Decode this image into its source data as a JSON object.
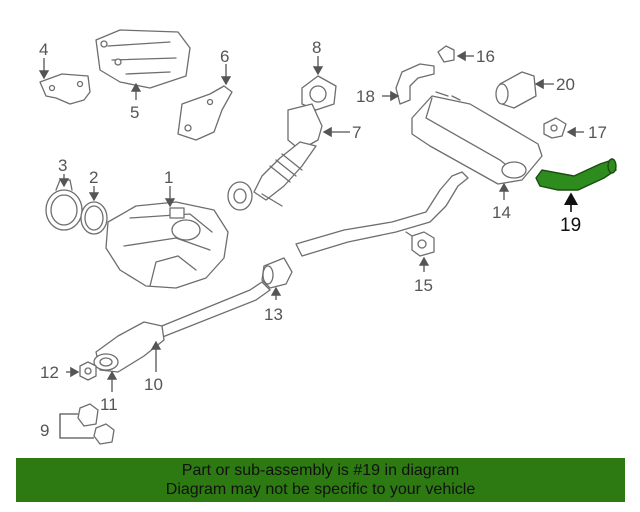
{
  "callouts": {
    "c1": "1",
    "c2": "2",
    "c3": "3",
    "c4": "4",
    "c5": "5",
    "c6": "6",
    "c7": "7",
    "c8": "8",
    "c9": "9",
    "c10": "10",
    "c11": "11",
    "c12": "12",
    "c13": "13",
    "c14": "14",
    "c15": "15",
    "c16": "16",
    "c17": "17",
    "c18": "18",
    "c19": "19",
    "c20": "20"
  },
  "highlighted_part": "19",
  "colors": {
    "highlight": "#2e8b1e",
    "banner": "#2d7a13"
  },
  "banner": {
    "line1": "Part or sub-assembly is #19 in diagram",
    "line2": "Diagram may not be specific to your vehicle"
  }
}
